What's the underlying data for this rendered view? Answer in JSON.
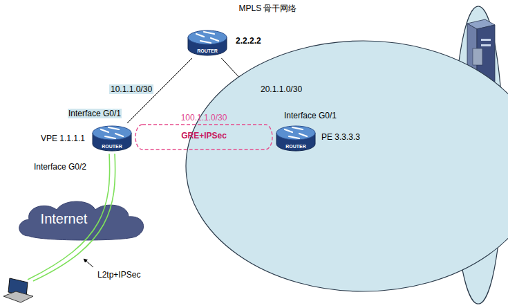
{
  "diagram": {
    "nodes": [
      {
        "text": [
          "MPLS 骨干网络"
        ]
      },
      {
        "text": [
          "ROUTER"
        ],
        "in": 0
      },
      {
        "text": [
          "ROUTER"
        ],
        "in": 0
      },
      {
        "text": [
          "100.1.1.0/30",
          "GRE+IPSec"
        ],
        "in": 0
      },
      {
        "text": [
          "ROUTER"
        ],
        "in": 0
      },
      {
        "text": [
          "Internet"
        ]
      }
    ],
    "edges": [
      {
        "from": 1,
        "to": 2,
        "arrow": "none",
        "label": "10.1.1.0/30"
      },
      {
        "from": 1,
        "to": 4,
        "arrow": "none",
        "label": "20.1.1.0/30"
      }
    ],
    "labels": [
      "2.2.2.2",
      "Interface G0/1",
      "VPE 1.1.1.1",
      "Interface G0/2",
      "Interface G0/1",
      "PE 3.3.3.3",
      "L2tp+IPSec"
    ]
  }
}
